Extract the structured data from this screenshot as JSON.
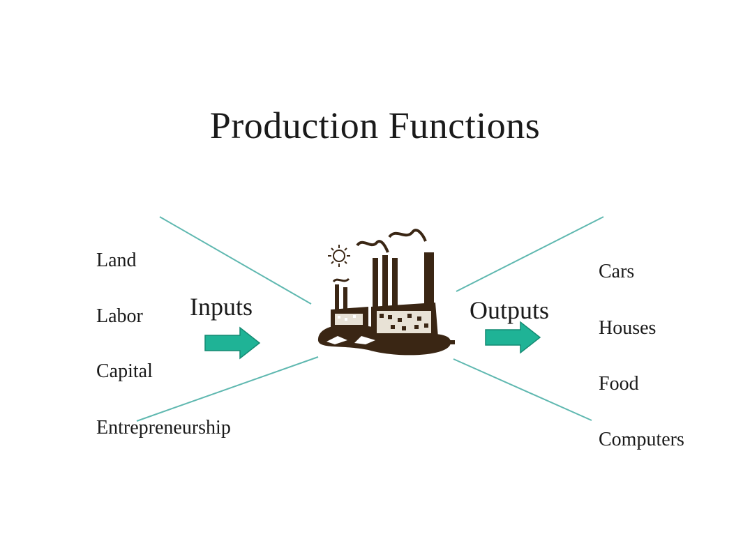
{
  "title": "Production Functions",
  "inputs": {
    "heading": "Inputs",
    "items": [
      "Land",
      "Labor",
      "Capital",
      "Entrepreneurship"
    ]
  },
  "outputs": {
    "heading": "Outputs",
    "items": [
      "Cars",
      "Houses",
      "Food",
      "Computers"
    ]
  },
  "colors": {
    "arrow": "#1fb396",
    "arrow_stroke": "#148a72",
    "line": "#5fb8b0",
    "factory": "#3a2614"
  },
  "icons": {
    "center": "factory-icon",
    "inputs_arrow": "right-arrow-icon",
    "outputs_arrow": "right-arrow-icon"
  }
}
